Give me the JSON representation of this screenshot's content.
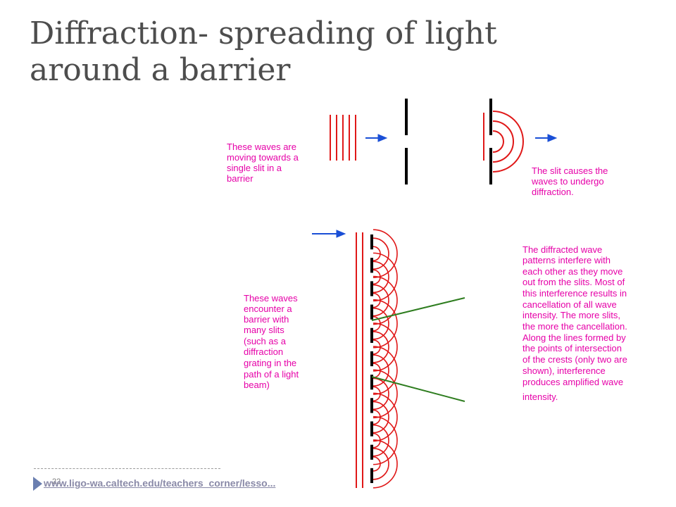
{
  "slide": {
    "title_line1": "Diffraction- spreading of light",
    "title_line2": "around a barrier",
    "page_number": "22",
    "source_link": "www.ligo-wa.caltech.edu/teachers_corner/lesso..."
  },
  "diagram": {
    "top_left_lines": [
      "These waves are",
      "moving towards a",
      "single slit in a",
      "barrier"
    ],
    "top_right_lines": [
      "The slit causes the",
      "waves to undergo",
      "diffraction."
    ],
    "bottom_left_lines": [
      "These waves",
      "encounter a",
      "barrier with",
      "many slits",
      "(such as a",
      "diffraction",
      "grating in the",
      "path of a light",
      "beam)"
    ],
    "bottom_right_lines": [
      "The diffracted wave",
      "patterns interfere with",
      "each other as they move",
      "out from the slits.  Most of",
      "this interference results in",
      "cancellation of all wave",
      "intensity.  The more slits,",
      "the more the cancellation.",
      "Along the lines formed by",
      "the points of intersection",
      "of the crests (only two are",
      "shown), interference",
      "produces amplified wave",
      "intensity."
    ],
    "colors": {
      "caption": "#e600a8",
      "wave": "#e01818",
      "arrow": "#1a4fd6",
      "barrier": "#000000",
      "amplified_line": "#2e7d1f",
      "title": "#4d4d4d"
    },
    "icons": [
      "arrow-right-icon",
      "footer-triangle-icon"
    ]
  }
}
